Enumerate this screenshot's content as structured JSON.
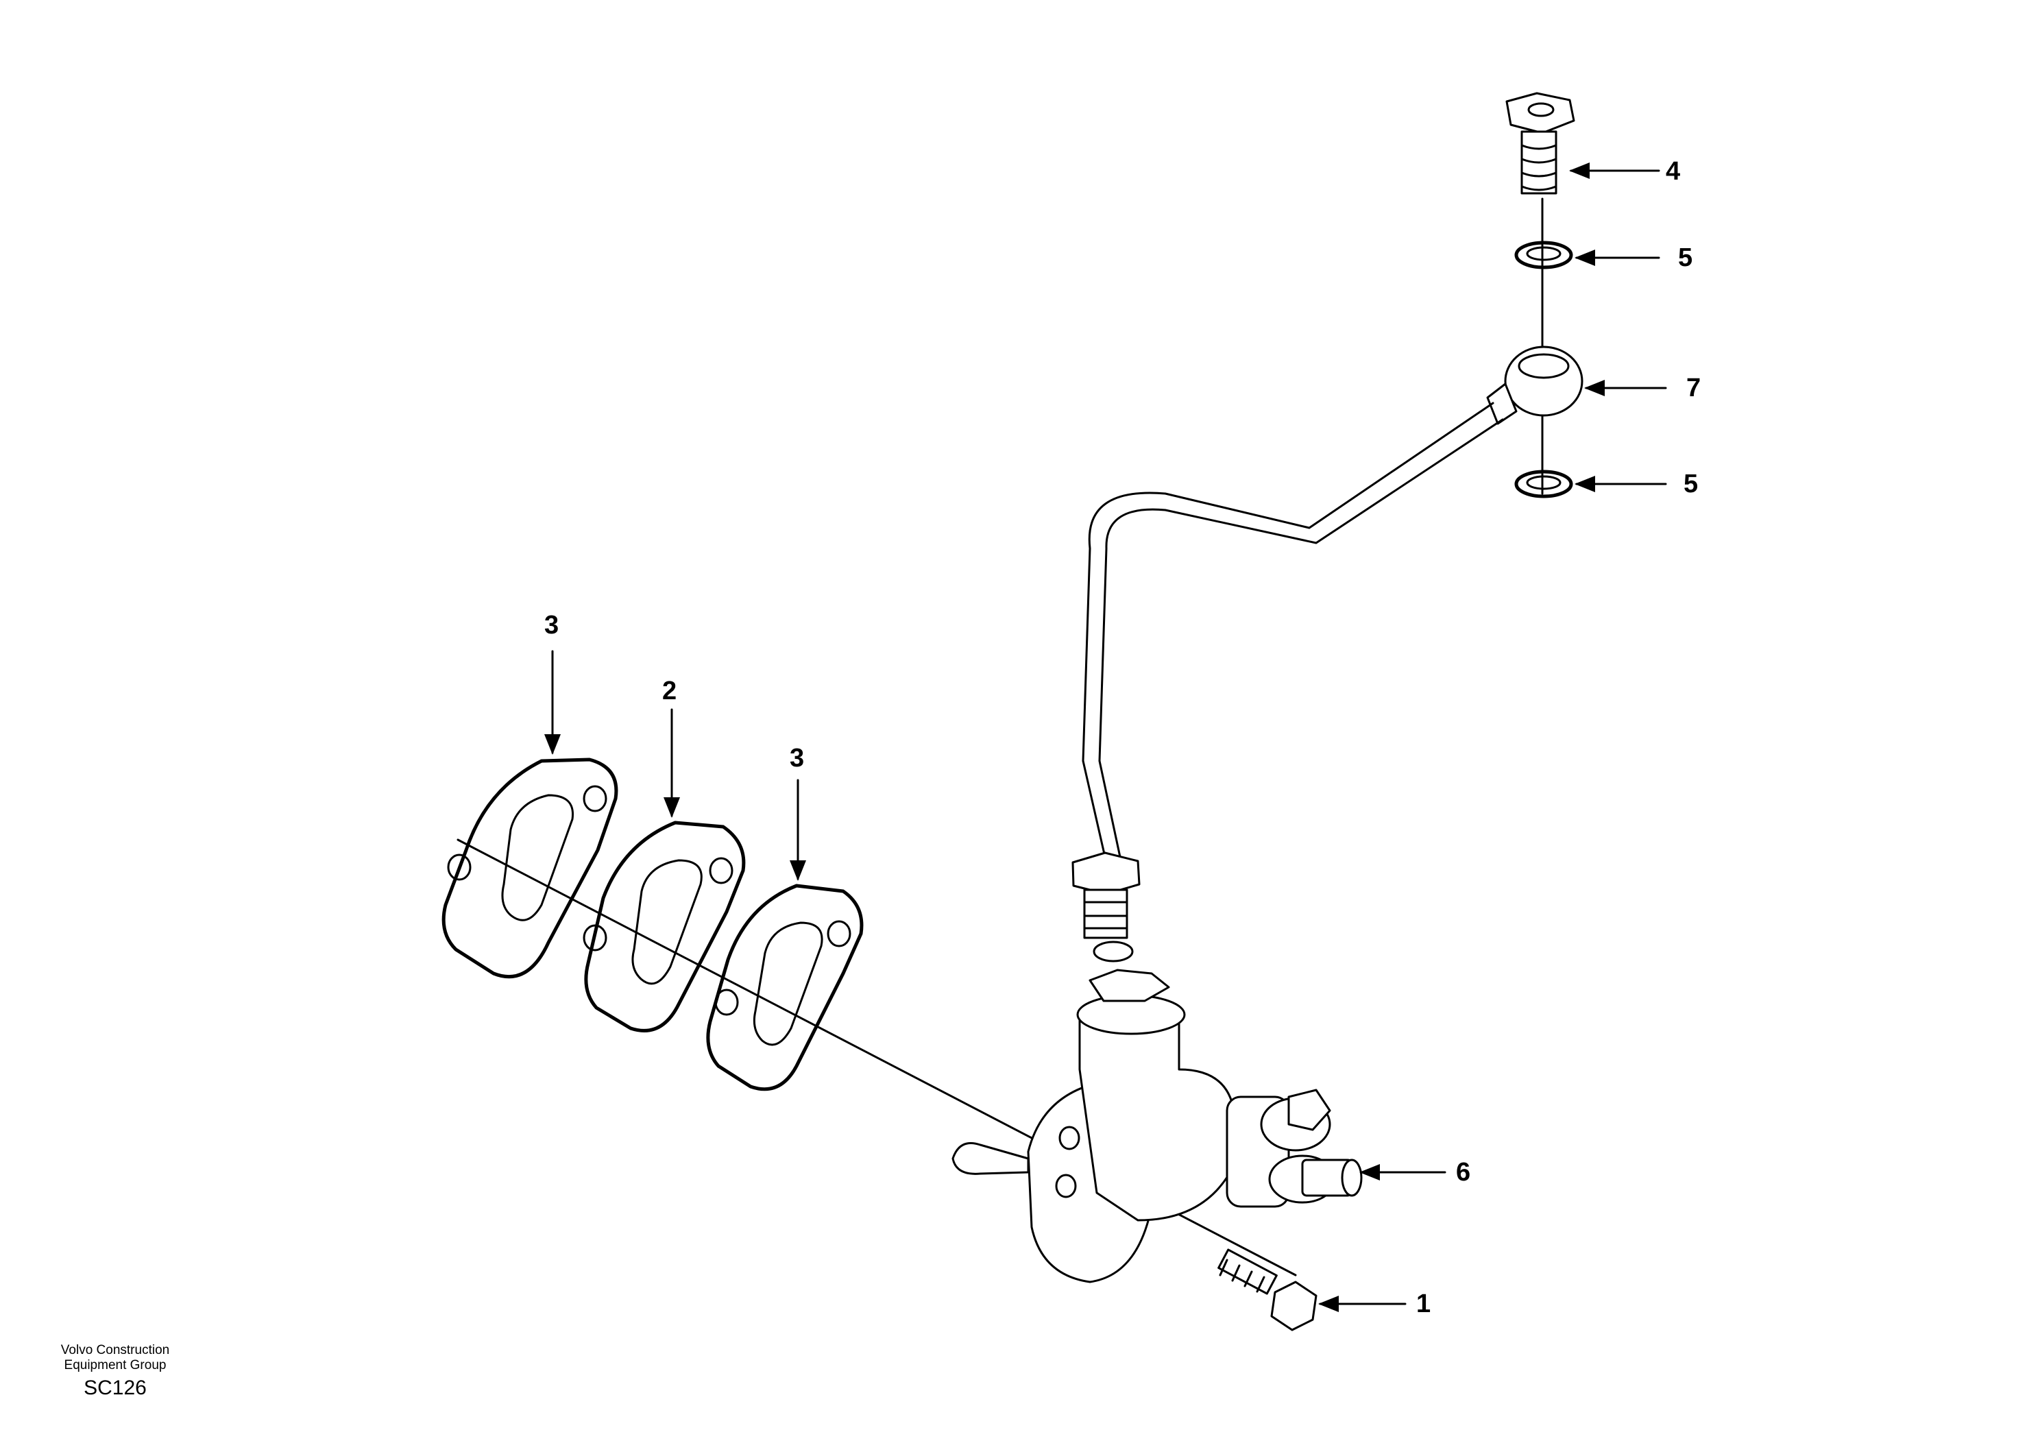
{
  "diagram": {
    "callouts": {
      "c1": "1",
      "c2": "2",
      "c3a": "3",
      "c3b": "3",
      "c4": "4",
      "c5a": "5",
      "c5b": "5",
      "c6": "6",
      "c7": "7"
    },
    "footer": {
      "company_line1": "Volvo Construction",
      "company_line2": "Equipment Group",
      "code": "SC126"
    }
  }
}
